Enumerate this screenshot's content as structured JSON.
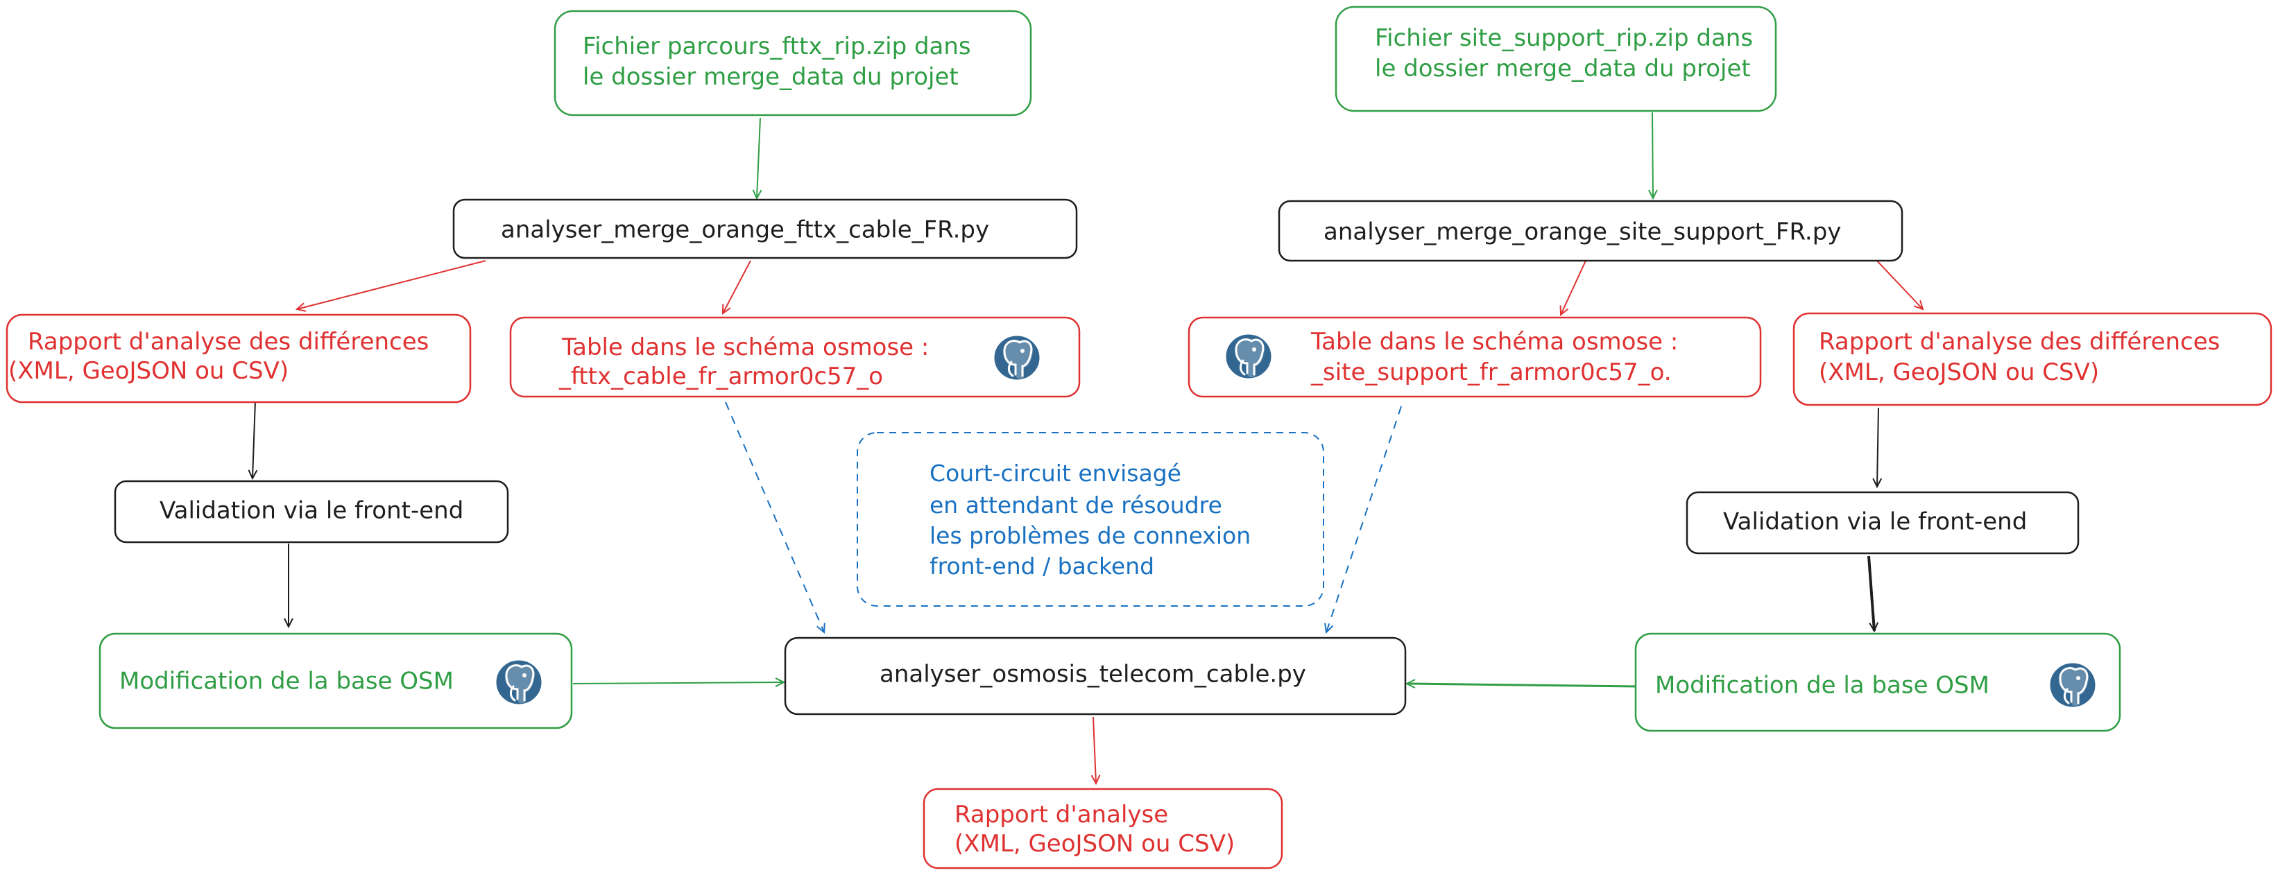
{
  "colors": {
    "green": "#2f9e44",
    "red": "#e03131",
    "black": "#1e1e1e",
    "blue": "#1971c2",
    "gray": "#5f5f5f",
    "pg_blue": "#336791"
  },
  "nodes": {
    "source_fttx": {
      "lines": [
        "Fichier parcours_fttx_rip.zip dans",
        "le dossier merge_data du projet"
      ]
    },
    "source_site": {
      "lines": [
        "Fichier site_support_rip.zip dans",
        "le dossier merge_data du projet"
      ]
    },
    "script_fttx": {
      "lines": [
        "analyser_merge_orange_fttx_cable_FR.py"
      ]
    },
    "script_site": {
      "lines": [
        "analyser_merge_orange_site_support_FR.py"
      ]
    },
    "report_left": {
      "lines": [
        "Rapport d'analyse des différences",
        "(XML, GeoJSON ou CSV)"
      ]
    },
    "table_fttx": {
      "lines": [
        "Table dans le schéma osmose :",
        "_fttx_cable_fr_armor0c57_o"
      ],
      "icon": "postgresql-elephant-icon"
    },
    "table_site": {
      "lines": [
        "Table dans le schéma osmose :",
        "_site_support_fr_armor0c57_o."
      ],
      "icon": "postgresql-elephant-icon"
    },
    "report_right": {
      "lines": [
        "Rapport d'analyse des différences",
        "(XML, GeoJSON ou CSV)"
      ]
    },
    "validation_left": {
      "lines": [
        "Validation via le front-end"
      ]
    },
    "validation_right": {
      "lines": [
        "Validation via le front-end"
      ]
    },
    "note_shortcircuit": {
      "lines": [
        "Court-circuit envisagé",
        "en attendant de résoudre",
        " les problèmes de connexion",
        "front-end / backend"
      ]
    },
    "osm_left": {
      "lines": [
        "Modification de la base OSM"
      ],
      "icon": "postgresql-elephant-icon"
    },
    "osm_right": {
      "lines": [
        "Modification de la base OSM"
      ],
      "icon": "postgresql-elephant-icon"
    },
    "osmosis_script": {
      "lines": [
        "analyser_osmosis_telecom_cable.py"
      ]
    },
    "final_report": {
      "lines": [
        "Rapport d'analyse",
        "(XML, GeoJSON ou CSV)"
      ]
    }
  }
}
